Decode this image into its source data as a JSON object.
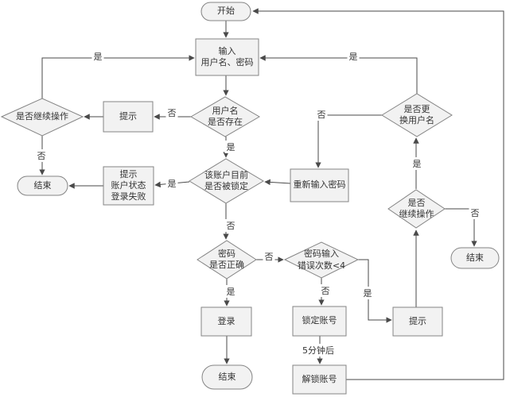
{
  "diagram": {
    "type": "flowchart",
    "colors": {
      "background": "#ffffff",
      "node_fill": "#f2f2f2",
      "node_border": "#848484",
      "connector": "#4a4a4a",
      "text": "#333333"
    },
    "nodes": {
      "start": {
        "label": "开始",
        "type": "terminator"
      },
      "input": {
        "label": "输入\n用户名、密码",
        "type": "process"
      },
      "username_exists": {
        "label": "用户名\n是否存在",
        "type": "decision"
      },
      "prompt_left": {
        "label": "提示",
        "type": "process"
      },
      "continue_left": {
        "label": "是否继续操作",
        "type": "decision"
      },
      "end_left": {
        "label": "结束",
        "type": "terminator"
      },
      "status_fail": {
        "label": "提示\n账户状态\n登录失败",
        "type": "process"
      },
      "locked": {
        "label": "该账户目前\n是否被锁定",
        "type": "decision"
      },
      "reenter_password": {
        "label": "重新输入密码",
        "type": "process"
      },
      "change_username": {
        "label": "是否更\n换用户名",
        "type": "decision"
      },
      "continue_right": {
        "label": "是否\n继续操作",
        "type": "decision"
      },
      "end_right": {
        "label": "结束",
        "type": "terminator"
      },
      "password_correct": {
        "label": "密码\n是否正确",
        "type": "decision"
      },
      "error_count": {
        "label": "密码输入\n错误次数<4",
        "type": "decision"
      },
      "login": {
        "label": "登录",
        "type": "process"
      },
      "end_bottom": {
        "label": "结束",
        "type": "terminator"
      },
      "lock_account": {
        "label": "锁定账号",
        "type": "process"
      },
      "unlock_account": {
        "label": "解锁账号",
        "type": "process"
      },
      "prompt_bottom": {
        "label": "提示",
        "type": "process"
      }
    },
    "edge_labels": {
      "username_no": "否",
      "continue_left_yes": "是",
      "continue_left_no": "否",
      "username_yes": "是",
      "locked_yes": "是",
      "locked_no": "否",
      "change_no": "否",
      "change_yes": "是",
      "continue_right_yes": "是",
      "continue_right_no": "否",
      "password_no": "否",
      "password_yes": "是",
      "count_no": "否",
      "count_yes": "是",
      "wait": "5分钟后"
    },
    "edges": [
      {
        "from": "start",
        "to": "input"
      },
      {
        "from": "input",
        "to": "username_exists"
      },
      {
        "from": "username_exists",
        "to": "prompt_left",
        "label": "否"
      },
      {
        "from": "prompt_left",
        "to": "continue_left"
      },
      {
        "from": "continue_left",
        "to": "input",
        "label": "是"
      },
      {
        "from": "continue_left",
        "to": "end_left",
        "label": "否"
      },
      {
        "from": "username_exists",
        "to": "locked",
        "label": "是"
      },
      {
        "from": "locked",
        "to": "status_fail",
        "label": "是"
      },
      {
        "from": "status_fail",
        "to": "end_left"
      },
      {
        "from": "locked",
        "to": "password_correct",
        "label": "否"
      },
      {
        "from": "reenter_password",
        "to": "locked"
      },
      {
        "from": "change_username",
        "to": "reenter_password",
        "label": "否"
      },
      {
        "from": "change_username",
        "to": "input",
        "label": "是"
      },
      {
        "from": "continue_right",
        "to": "change_username",
        "label": "是"
      },
      {
        "from": "prompt_bottom",
        "to": "continue_right"
      },
      {
        "from": "continue_right",
        "to": "end_right",
        "label": "否"
      },
      {
        "from": "password_correct",
        "to": "error_count",
        "label": "否"
      },
      {
        "from": "password_correct",
        "to": "login",
        "label": "是"
      },
      {
        "from": "login",
        "to": "end_bottom"
      },
      {
        "from": "error_count",
        "to": "lock_account",
        "label": "否"
      },
      {
        "from": "lock_account",
        "to": "unlock_account",
        "label": "5分钟后"
      },
      {
        "from": "error_count",
        "to": "prompt_bottom",
        "label": "是"
      },
      {
        "from": "unlock_account",
        "to": "start"
      }
    ]
  }
}
